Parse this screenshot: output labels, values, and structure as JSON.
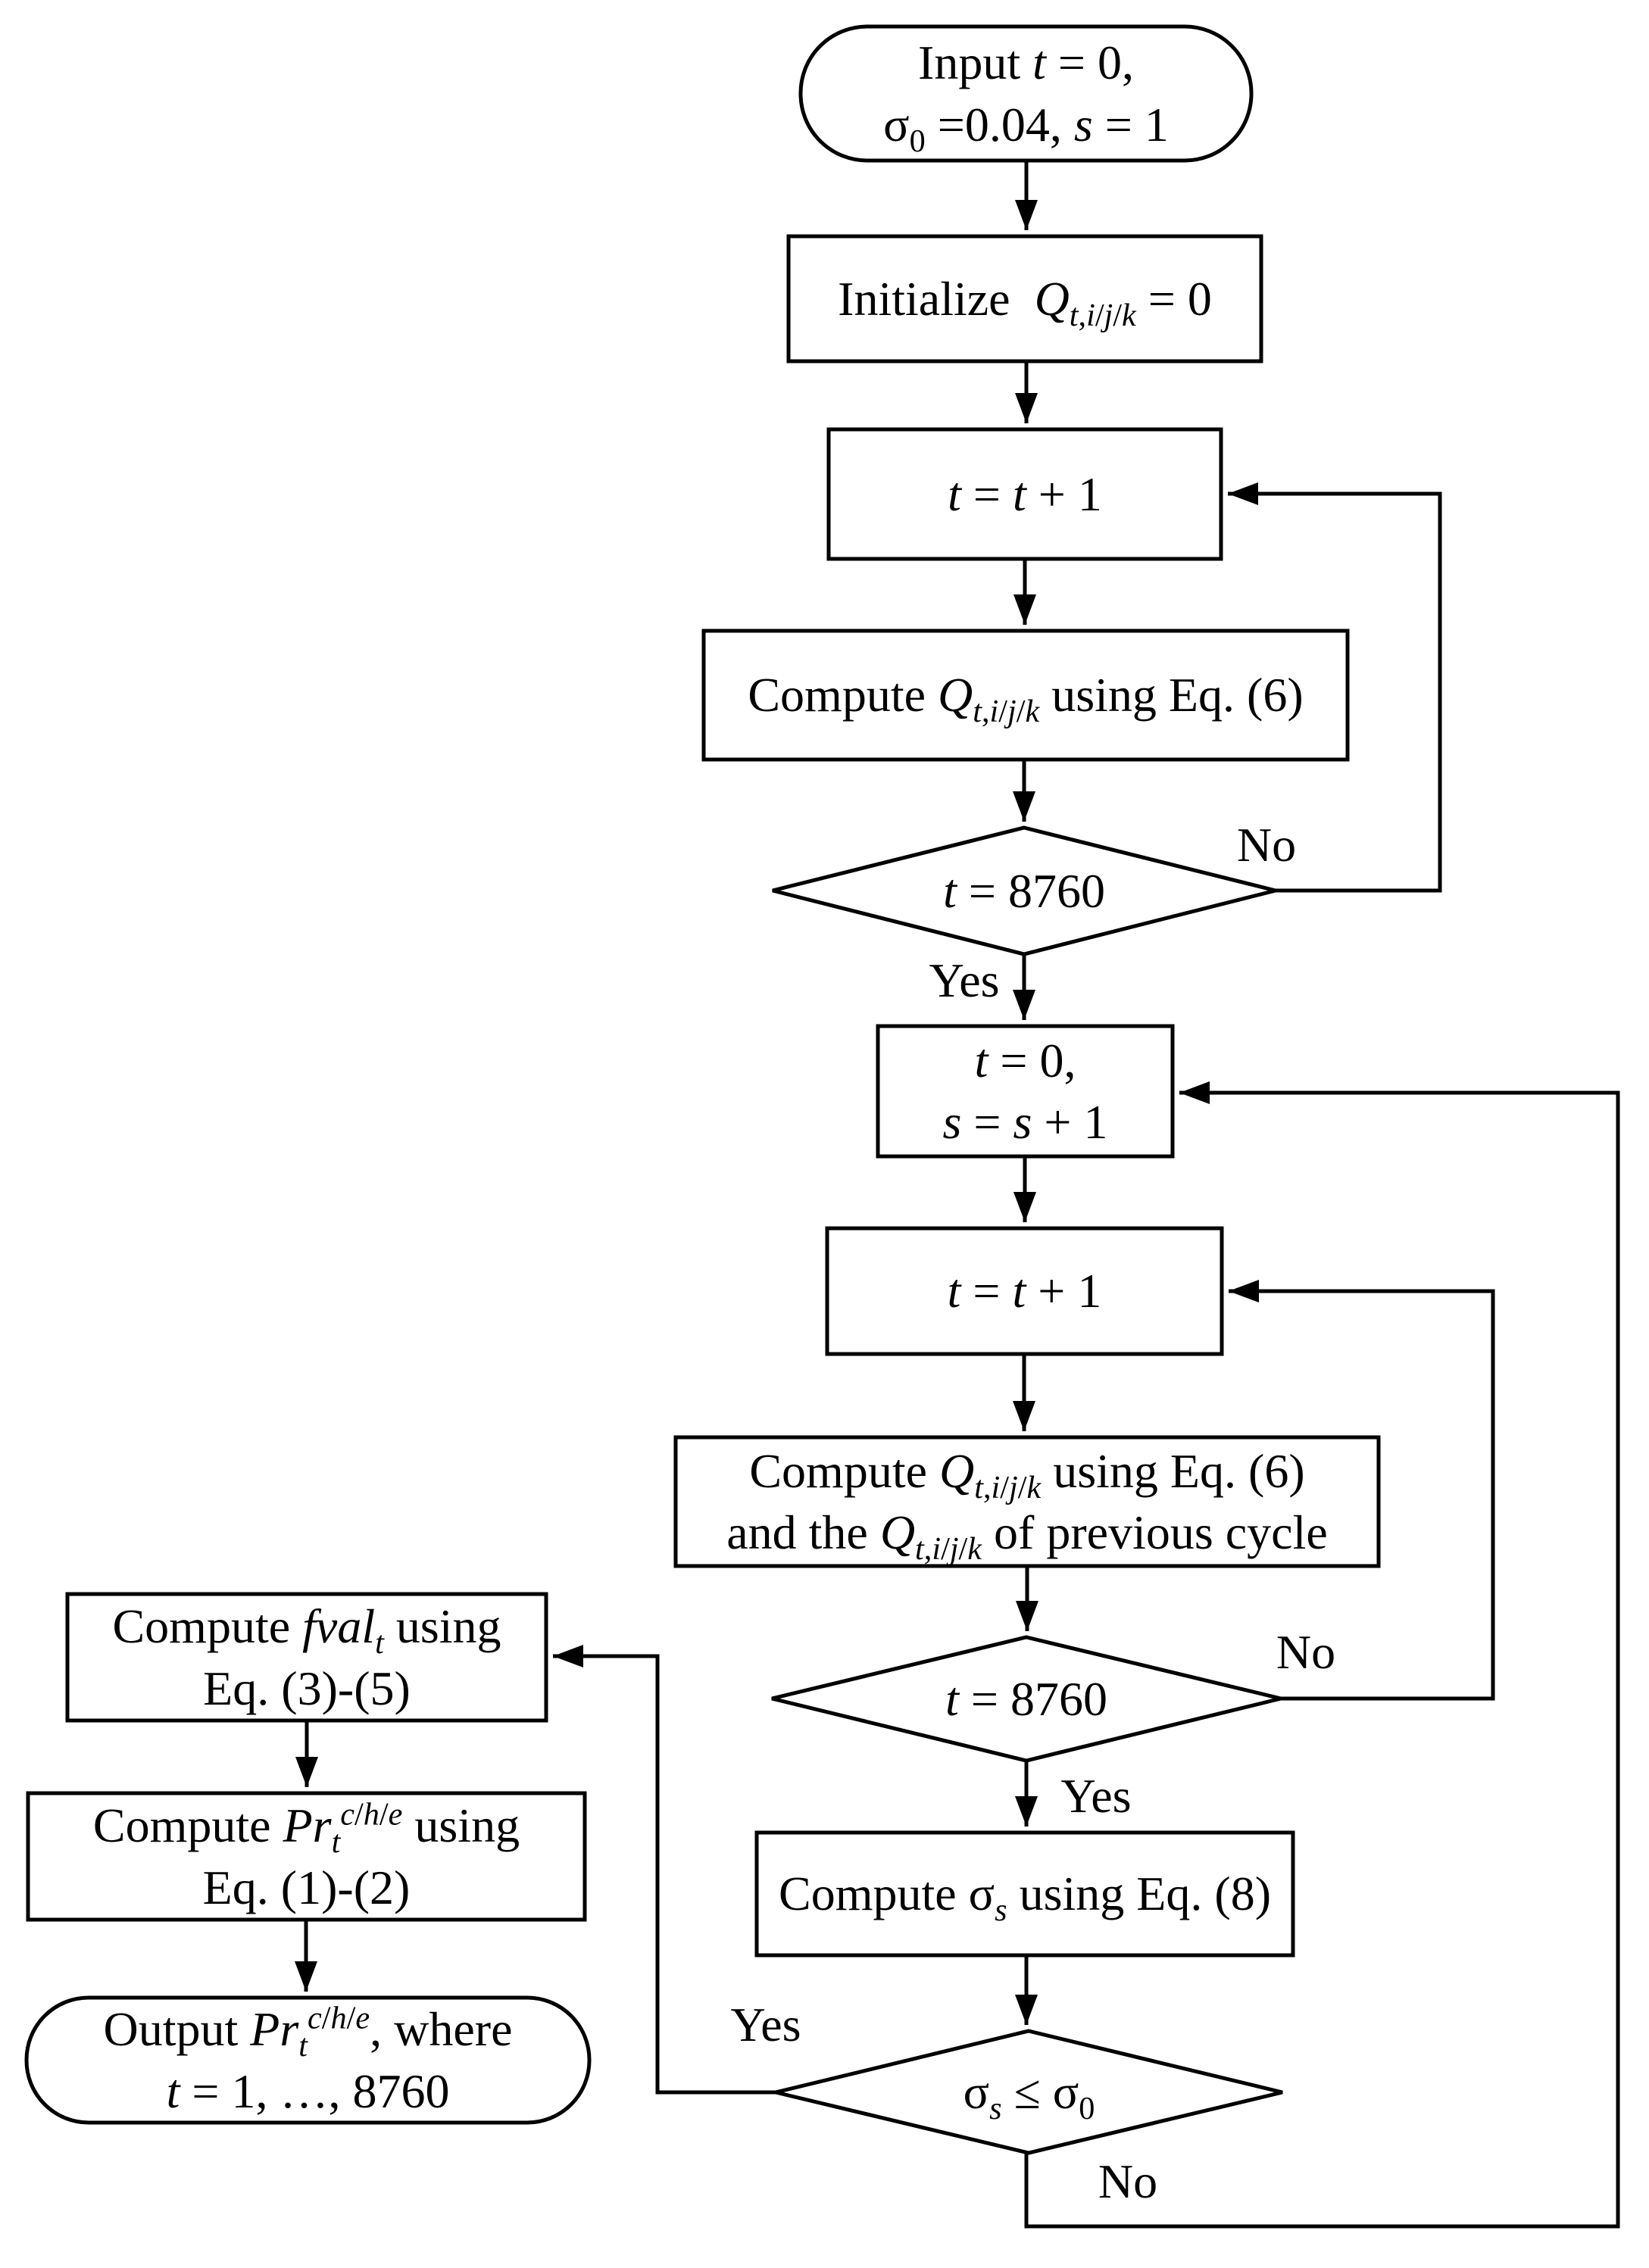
{
  "figure": {
    "type": "flowchart",
    "background": "#ffffff",
    "line_color": "#000000",
    "nodes": {
      "start": {
        "shape": "stadium",
        "lines": [
          "Input *t* = 0,",
          "σ_{0} =0.04, *s* = 1"
        ]
      },
      "init_q": {
        "shape": "process",
        "lines": [
          "Initialize  *Q*_{*t*,*i*/*j*/*k*} = 0"
        ]
      },
      "inc_t_first": {
        "shape": "process",
        "lines": [
          "*t* = *t* + 1"
        ]
      },
      "compute_q_first": {
        "shape": "process",
        "lines": [
          "Compute *Q*_{*t*,*i*/*j*/*k*} using Eq. (6)"
        ]
      },
      "check_t_first": {
        "shape": "decision",
        "lines": [
          "*t* = 8760"
        ],
        "yes_label": "Yes",
        "no_label": "No"
      },
      "reset_t": {
        "shape": "process",
        "lines": [
          "*t* = 0,",
          "*s* = *s* + 1"
        ]
      },
      "inc_t_second": {
        "shape": "process",
        "lines": [
          "*t* = *t* + 1"
        ]
      },
      "compute_q_second": {
        "shape": "process",
        "lines": [
          "Compute *Q*_{*t*,*i*/*j*/*k*} using Eq. (6)",
          "and the *Q*_{*t*,*i*/*j*/*k*} of previous cycle"
        ]
      },
      "check_t_second": {
        "shape": "decision",
        "lines": [
          "*t* = 8760"
        ],
        "yes_label": "Yes",
        "no_label": "No"
      },
      "compute_sigma": {
        "shape": "process",
        "lines": [
          "Compute σ_{*s*} using Eq. (8)"
        ]
      },
      "check_sigma": {
        "shape": "decision",
        "lines": [
          "σ_{*s*} ≤ σ_{0}"
        ],
        "yes_label": "Yes",
        "no_label": "No"
      },
      "compute_fval": {
        "shape": "process",
        "lines": [
          "Compute *fval*_{*t*} using",
          "Eq. (3)-(5)"
        ]
      },
      "compute_pr": {
        "shape": "process",
        "lines": [
          "Compute *Pr*_{*t*}^{*c*/*h*/*e*} using",
          "Eq. (1)-(2)"
        ]
      },
      "output": {
        "shape": "stadium",
        "lines": [
          "Output *Pr*_{*t*}^{*c*/*h*/*e*}, where",
          "*t* = 1, …, 8760"
        ]
      }
    }
  }
}
